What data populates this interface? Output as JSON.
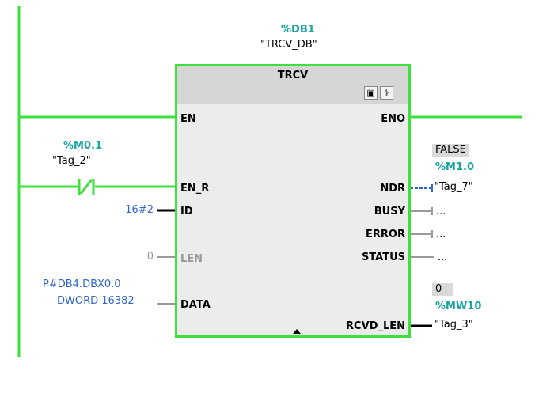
{
  "instance": {
    "address": "%DB1",
    "name": "\"TRCV_DB\""
  },
  "block": {
    "type": "TRCV"
  },
  "icons": {
    "online": "database-icon",
    "diag": "diagnostic-icon"
  },
  "pins_in": {
    "en": "EN",
    "en_r": "EN_R",
    "id": "ID",
    "len": "LEN",
    "data": "DATA"
  },
  "pins_out": {
    "eno": "ENO",
    "ndr": "NDR",
    "busy": "BUSY",
    "error": "ERROR",
    "status": "STATUS",
    "rcvd_len": "RCVD_LEN"
  },
  "contact": {
    "address": "%M0.1",
    "name": "\"Tag_2\""
  },
  "inputs": {
    "id_value": "16#2",
    "len_value": "0",
    "data_line1": "P#DB4.DBX0.0",
    "data_line2": "DWORD 16382"
  },
  "outputs": {
    "ndr_monitor": "FALSE",
    "ndr_address": "%M1.0",
    "ndr_name": "\"Tag_7\"",
    "busy_value": "...",
    "error_value": "...",
    "status_value": "...",
    "rcvd_monitor": "0",
    "rcvd_address": "%MW10",
    "rcvd_name": "\"Tag_3\""
  },
  "colors": {
    "power_flow": "#3ee03e",
    "teal": "#1aa3a3",
    "blue": "#3366cc",
    "disabled": "#9a9a9a"
  }
}
